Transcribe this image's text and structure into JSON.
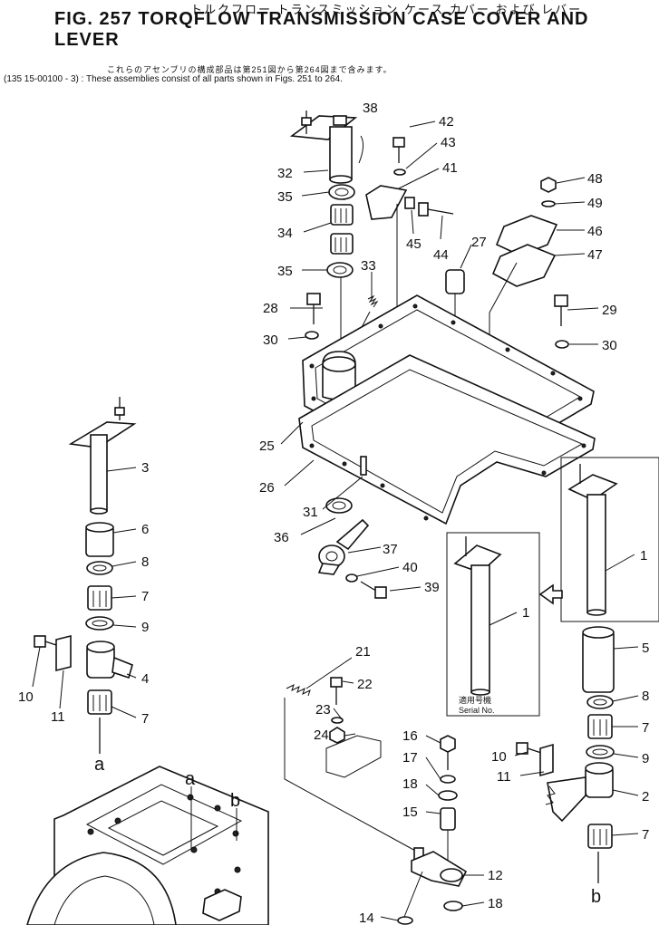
{
  "header": {
    "japanese_title": "トルクフロー トランスミッション ケース カバー および レバー",
    "title": "FIG. 257  TORQFLOW TRANSMISSION CASE COVER AND LEVER"
  },
  "note": {
    "japanese": "これらのアセンブリの構成部品は第251図から第264図まで含みます。",
    "english": "(135 15-00100 - 3) : These assemblies consist of all parts shown in Figs. 251 to 264."
  },
  "inset": {
    "japanese_caption": "適用号機",
    "serial_caption": "Serial  No."
  },
  "callouts": {
    "c38": "38",
    "c42": "42",
    "c43": "43",
    "c41": "41",
    "c32": "32",
    "c35a": "35",
    "c34": "34",
    "c35b": "35",
    "c33": "33",
    "c45": "45",
    "c44": "44",
    "c27": "27",
    "c48": "48",
    "c49": "49",
    "c46": "46",
    "c47": "47",
    "c28": "28",
    "c29": "29",
    "c30a": "30",
    "c30b": "30",
    "c25": "25",
    "c26": "26",
    "c31": "31",
    "c36": "36",
    "c37": "37",
    "c40": "40",
    "c39": "39",
    "c3": "3",
    "c6": "6",
    "c8a": "8",
    "c7a": "7",
    "c9a": "9",
    "c4": "4",
    "c10a": "10",
    "c11a": "11",
    "c7b": "7",
    "c1a": "1",
    "c1b": "1",
    "c5": "5",
    "c8b": "8",
    "c7c": "7",
    "c9b": "9",
    "c2": "2",
    "c7d": "7",
    "c21": "21",
    "c22": "22",
    "c23": "23",
    "c24": "24",
    "c16": "16",
    "c17": "17",
    "c18a": "18",
    "c15": "15",
    "c10b": "10",
    "c11b": "11",
    "c12": "12",
    "c14": "14",
    "c18b": "18"
  },
  "markers": {
    "a1": "a",
    "a2": "a",
    "b1": "b",
    "b2": "b"
  }
}
